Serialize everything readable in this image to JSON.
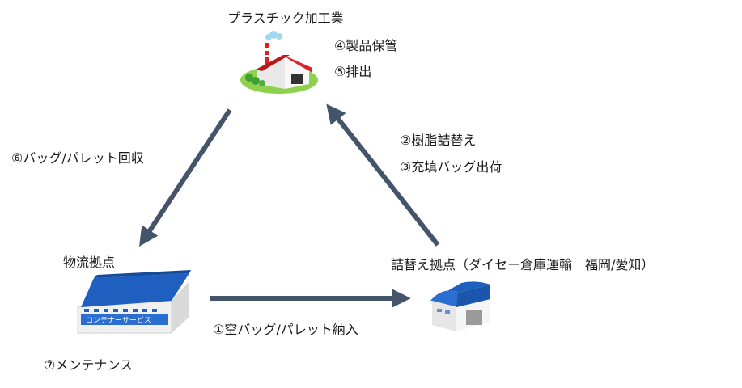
{
  "nodes": {
    "factory": {
      "label": "プラスチック加工業"
    },
    "logistics": {
      "label": "物流拠点",
      "sign": "コンテナーサービス"
    },
    "refill": {
      "label": "詰替え拠点（ダイセー倉庫運輸　福岡/愛知）"
    }
  },
  "steps": {
    "s1": "①空バッグ/パレット納入",
    "s2": "②樹脂詰替え",
    "s3": "③充填バッグ出荷",
    "s4": "④製品保管",
    "s5": "⑤排出",
    "s6": "⑥バッグ/パレット回収",
    "s7": "⑦メンテナンス"
  },
  "colors": {
    "arrow": "#44546a",
    "roof_red": "#e02020",
    "roof_blue": "#1f5fbf",
    "grass": "#8fd14f",
    "wall": "#f2f2f2"
  },
  "icons": {
    "factory": "factory-icon",
    "logistics": "warehouse-icon",
    "refill": "warehouse-icon"
  }
}
